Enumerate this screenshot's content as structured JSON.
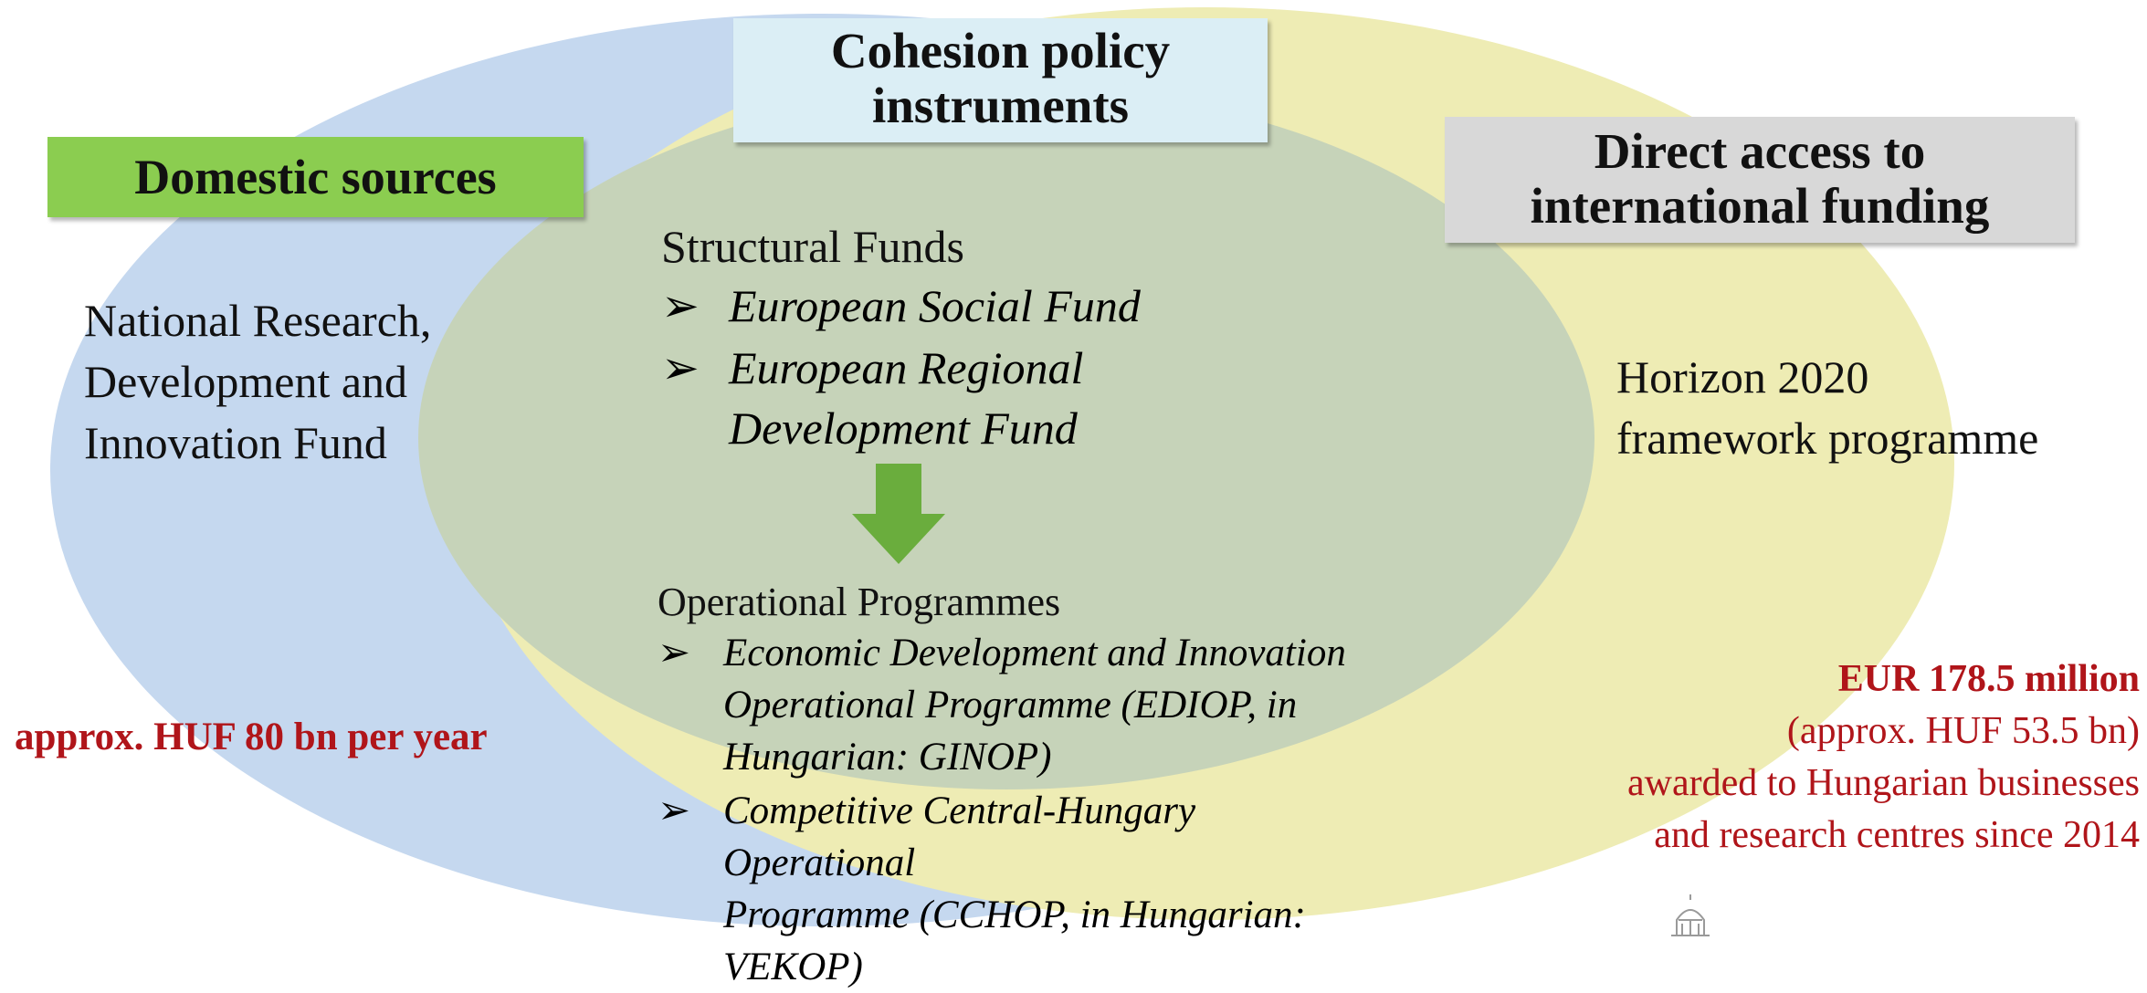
{
  "headers": {
    "domestic": "Domestic sources",
    "cohesion": [
      "Cohesion policy",
      "instruments"
    ],
    "direct": [
      "Direct access to",
      "international funding"
    ]
  },
  "domestic": {
    "fund_lines": [
      "National Research,",
      "Development and",
      "Innovation Fund"
    ],
    "amount": "approx. HUF 80 bn per year"
  },
  "cohesion": {
    "structural_title": "Structural Funds",
    "structural_items": [
      [
        "European Social Fund"
      ],
      [
        "European Regional",
        "Development Fund"
      ]
    ],
    "operational_title": "Operational Programmes",
    "operational_items": [
      [
        "Economic Development and Innovation",
        "Operational Programme (EDIOP, in",
        "Hungarian: GINOP)"
      ],
      [
        "Competitive Central-Hungary Operational",
        "Programme (CCHOP, in Hungarian:",
        "VEKOP)"
      ]
    ],
    "bullet_glyph": "➢",
    "arrow_icon": "green-down-arrow"
  },
  "direct": {
    "programme_lines": [
      "Horizon 2020",
      "framework programme"
    ],
    "amount_bold": "EUR 178.5 million",
    "amount_lines": [
      "(approx. HUF 53.5 bn)",
      "awarded to Hungarian businesses",
      "and research centres since 2014"
    ]
  },
  "colors": {
    "domestic_ellipse": "#c5d8ef",
    "international_ellipse": "#eeecb4",
    "overlap": "#c6d3b9",
    "domestic_header": "#8bcd50",
    "cohesion_header": "#dbeef5",
    "direct_header": "#d8d8d8",
    "arrow": "#6aad3d",
    "highlight_text": "#b0151a"
  }
}
